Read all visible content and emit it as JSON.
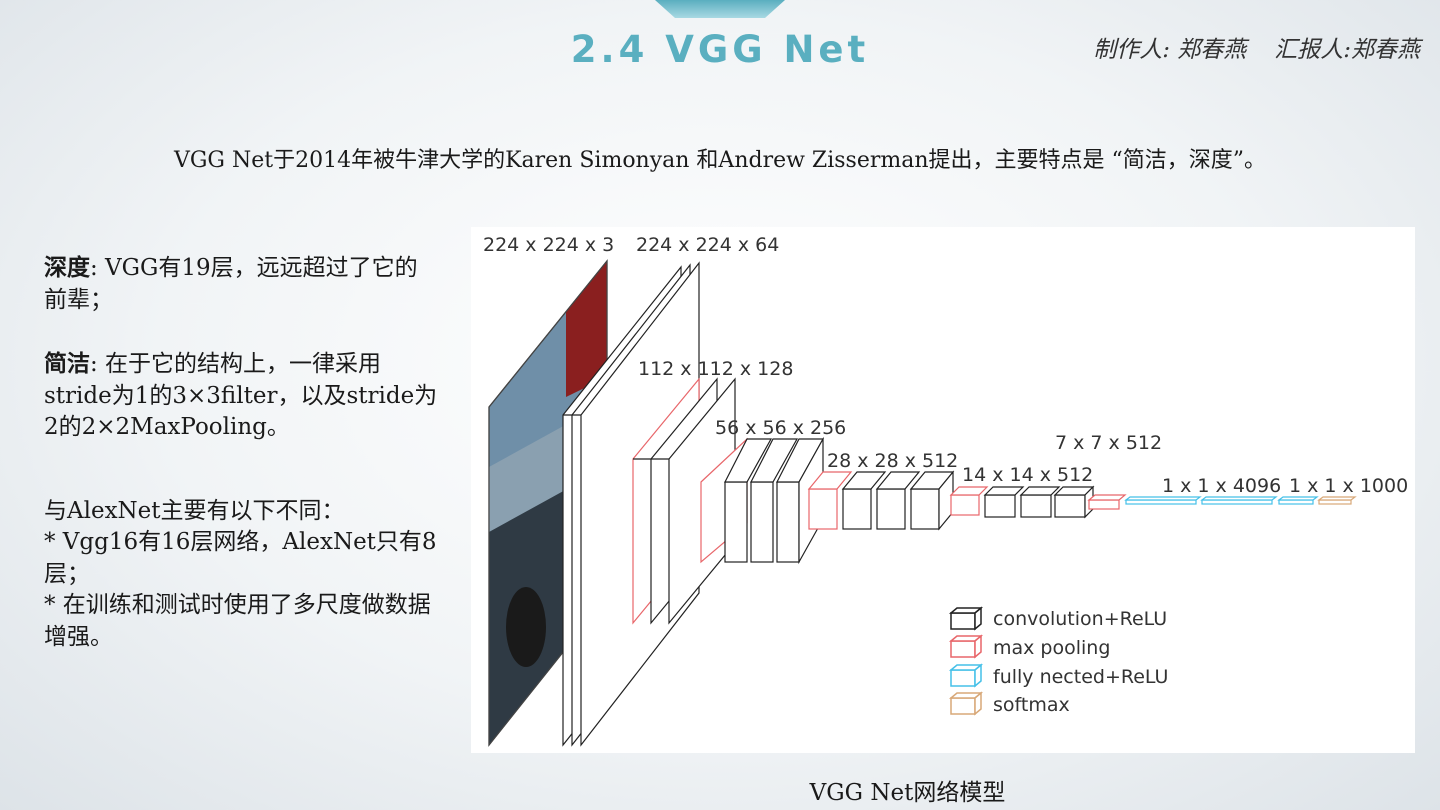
{
  "header": {
    "title": "2.4 VGG Net",
    "author_maker": "制作人: 郑春燕",
    "author_reporter": "汇报人:郑春燕"
  },
  "intro": "VGG Net于2014年被牛津大学的Karen Simonyan 和Andrew Zisserman提出，主要特点是 “简洁，深度”。",
  "left": {
    "depth_label": "深度",
    "depth_text": ":  VGG有19层，远远超过了它的前辈；",
    "simple_label": "简洁",
    "simple_text": ":  在于它的结构上，一律采用stride为1的3×3filter，以及stride为2的2×2MaxPooling。",
    "diff_title": "与AlexNet主要有以下不同：",
    "diff_items": [
      "* Vgg16有16层网络，AlexNet只有8层；",
      "* 在训练和测试时使用了多尺度做数据增强。"
    ]
  },
  "diagram": {
    "labels": {
      "input": "224 x 224 x 3",
      "conv1": "224 x 224 x 64",
      "conv2": "112 x 112 x 128",
      "conv3": "56 x 56 x 256",
      "conv4": "28 x 28 x 512",
      "conv5": "14 x 14 x 512",
      "pool5": "7 x 7 x 512",
      "fc": "1 x 1 x 4096",
      "out": "1 x 1 x 1000"
    },
    "legend": [
      {
        "text": "convolution+ReLU",
        "color": "#222222"
      },
      {
        "text": "max pooling",
        "color": "#e8666a"
      },
      {
        "text": "fully nected+ReLU",
        "color": "#45c0e8"
      },
      {
        "text": "softmax",
        "color": "#d8a878"
      }
    ]
  },
  "caption": "VGG Net网络模型",
  "colors": {
    "title": "#5aafc0",
    "conv": "#222222",
    "pool": "#e8666a",
    "fc": "#45c0e8",
    "softmax": "#d8a878"
  }
}
